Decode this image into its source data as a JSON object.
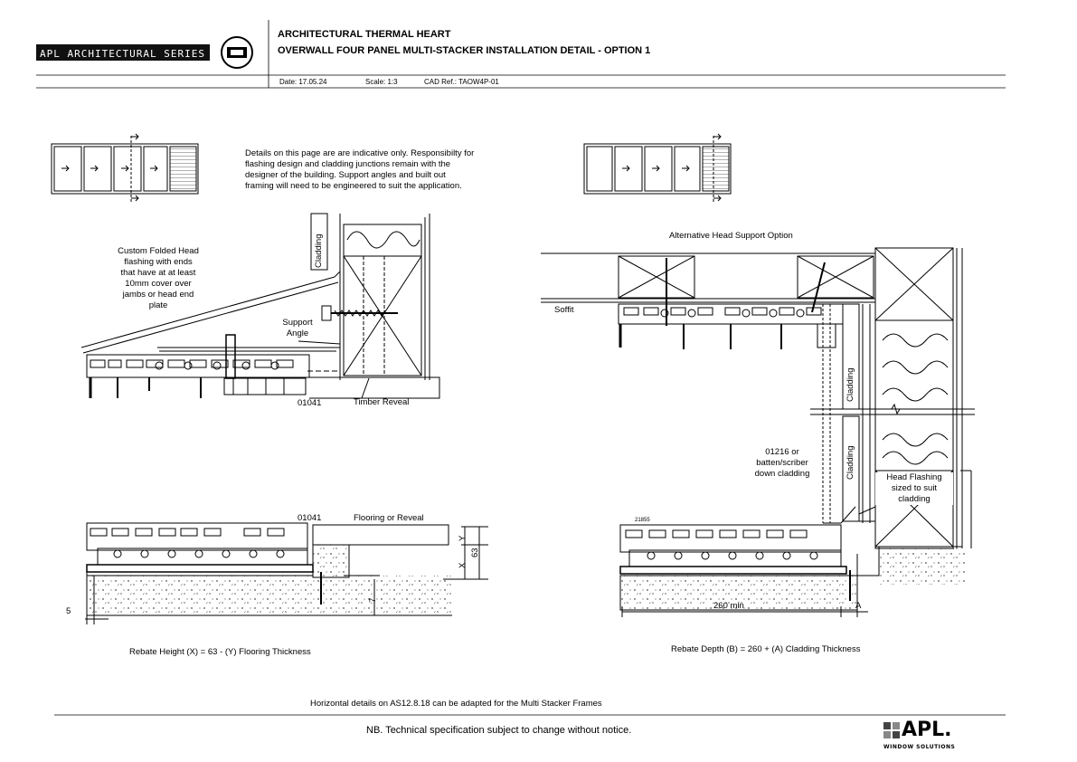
{
  "header": {
    "series_logo": "APL    ARCHITECTURAL SERIES",
    "title_line1": "ARCHITECTURAL THERMAL HEART",
    "title_line2": "OVERWALL FOUR PANEL MULTI-STACKER INSTALLATION DETAIL - OPTION 1",
    "date": "Date: 17.05.24",
    "scale": "Scale: 1:3",
    "cad_ref": "CAD Ref.: TAOW4P-01"
  },
  "notes": {
    "disclaimer_lines": [
      "Details on this page are are indicative only. Responsibilty for",
      "flashing design and cladding junctions remain with the",
      "designer of the building. Support angles and built out",
      "framing will need to be engineered to suit the application."
    ]
  },
  "left_head_detail": {
    "cladding": "Cladding",
    "flashing_note": [
      "Custom Folded Head",
      "flashing with ends",
      "that have at at least",
      "10mm cover over",
      "jambs or head end",
      "plate"
    ],
    "support_angle": [
      "Support",
      "Angle"
    ],
    "profile_code": "01041",
    "timber_reveal": "Timber Reveal"
  },
  "right_head_detail": {
    "alt_support": "Alternative Head Support Option",
    "soffit": "Soffit",
    "cladding_upper": "Cladding",
    "cladding_lower": "Cladding",
    "scriber_note": [
      "01216 or",
      "batten/scriber",
      "down cladding"
    ],
    "head_flashing": [
      "Head Flashing",
      "sized to suit",
      "cladding"
    ]
  },
  "left_sill_detail": {
    "profile_code": "01041",
    "flooring": "Flooring or Reveal",
    "dim_y": "Y",
    "dim_x": "X",
    "dim_63": "63",
    "dim_7": "7",
    "dim_5": "5",
    "formula": "Rebate Height (X) = 63 - (Y) Flooring Thickness"
  },
  "right_sill_detail": {
    "profile_code": "21855",
    "dim_260": "260 min",
    "dim_a": "A",
    "formula": "Rebate Depth (B) = 260 + (A) Cladding Thickness"
  },
  "footer": {
    "horizontal_note": "Horizontal details on AS12.8.18 can be adapted for the Multi Stacker Frames",
    "nb": "NB. Technical specification subject to change without notice.",
    "brand": "APL.",
    "brand_sub": "WINDOW SOLUTIONS"
  }
}
